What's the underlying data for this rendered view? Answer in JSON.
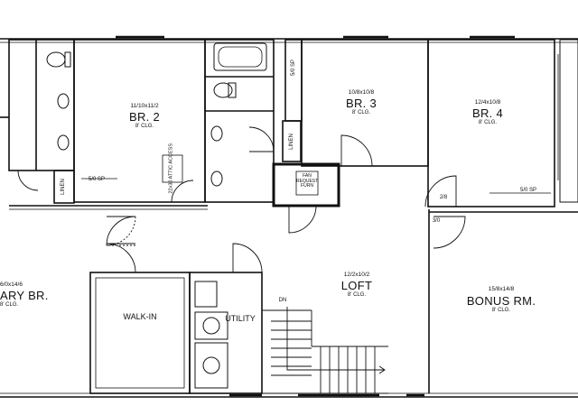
{
  "rooms": {
    "br2": {
      "dim": "11/10x11/2",
      "name": "BR. 2",
      "clg": "8' CLG."
    },
    "br3": {
      "dim": "10/8x10/8",
      "name": "BR. 3",
      "clg": "8' CLG."
    },
    "br4": {
      "dim": "12/4x10/8",
      "name": "BR. 4",
      "clg": "8' CLG."
    },
    "primary": {
      "dim": "6/0x14/6",
      "name": "ARY BR.",
      "clg": "8' CLG."
    },
    "loft": {
      "dim": "12/2x10/2",
      "name": "LOFT",
      "clg": "8' CLG."
    },
    "bonus": {
      "dim": "15/8x14/8",
      "name": "BONUS RM.",
      "clg": "8' CLG."
    },
    "walkin": {
      "name": "WALK-IN"
    },
    "utility": {
      "name": "UTILITY"
    }
  },
  "labels": {
    "linen_left": "LINEN",
    "linen_mid": "LINEN",
    "shelf_br2": "5/0 SP",
    "shelf_br3": "5/0 SP",
    "shelf_br4": "5/0 SP",
    "attic_access": "22x30 ATTIC ACCESS",
    "furnace": "FAN REQUEST FURN",
    "dn": "DN",
    "tag_28": "2/8",
    "tag_30": "3/0"
  }
}
